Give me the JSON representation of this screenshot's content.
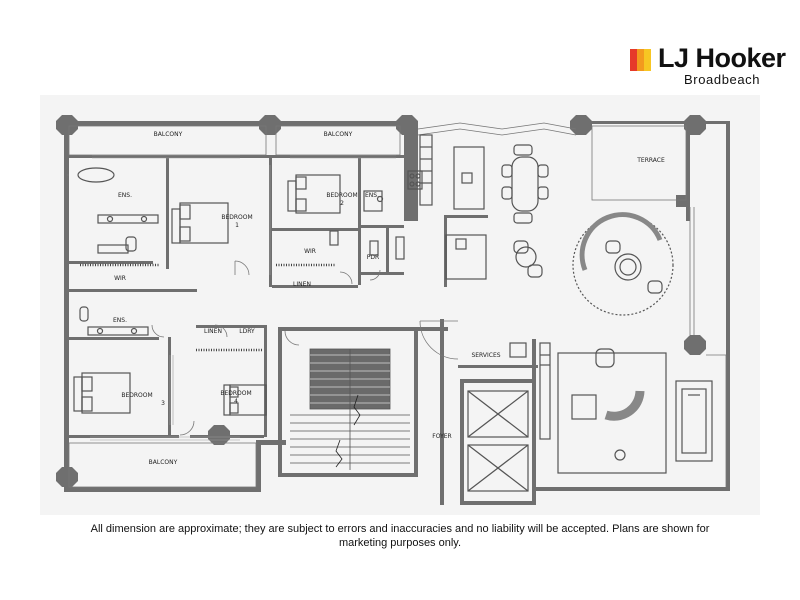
{
  "brand": {
    "name": "LJ Hooker",
    "office": "Broadbeach",
    "colors": {
      "red": "#e63a2a",
      "orange": "#f39a1e",
      "yellow": "#f7c623"
    }
  },
  "floorplan": {
    "labels": {
      "balcony_1": "BALCONY",
      "balcony_2": "BALCONY",
      "balcony_3": "BALCONY",
      "terrace": "TERRACE",
      "ens_1": "ENS.",
      "ens_2": "ENS.",
      "ens_3": "ENS.",
      "bedroom_1": "BEDROOM",
      "bedroom_1_no": "1",
      "bedroom_2": "BEDROOM",
      "bedroom_2_no": "2",
      "bedroom_3": "BEDROOM",
      "bedroom_3_no": "3",
      "bedroom_4": "BEDROOM",
      "bedroom_4_no": "4",
      "wir_1": "WIR",
      "wir_2": "WIR",
      "pdr": "PDR",
      "linen_1": "LINEN",
      "linen_2": "LINEN",
      "ldry": "LDRY",
      "services": "SERVICES",
      "foyer": "FOYER"
    }
  },
  "disclaimer": "All dimension are approximate; they are subject to errors and inaccuracies and no liability will be accepted. Plans are shown for marketing purposes only."
}
